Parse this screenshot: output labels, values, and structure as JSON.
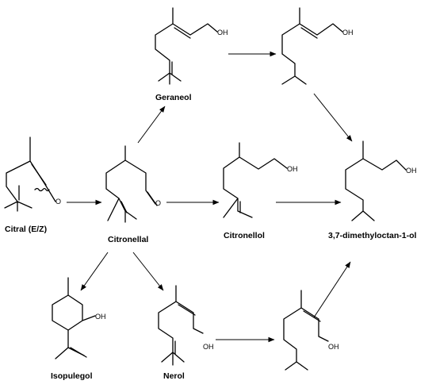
{
  "compounds": {
    "citral": "Citral (E/Z)",
    "citronellal": "Citronellal",
    "citronellol": "Citronellol",
    "dimethyloctanol": "3,7-dimethyloctan-1-ol",
    "geraneol": "Geraneol",
    "isopulegol": "Isopulegol",
    "nerol": "Nerol"
  },
  "atoms": {
    "o": "O",
    "oh": "OH"
  }
}
